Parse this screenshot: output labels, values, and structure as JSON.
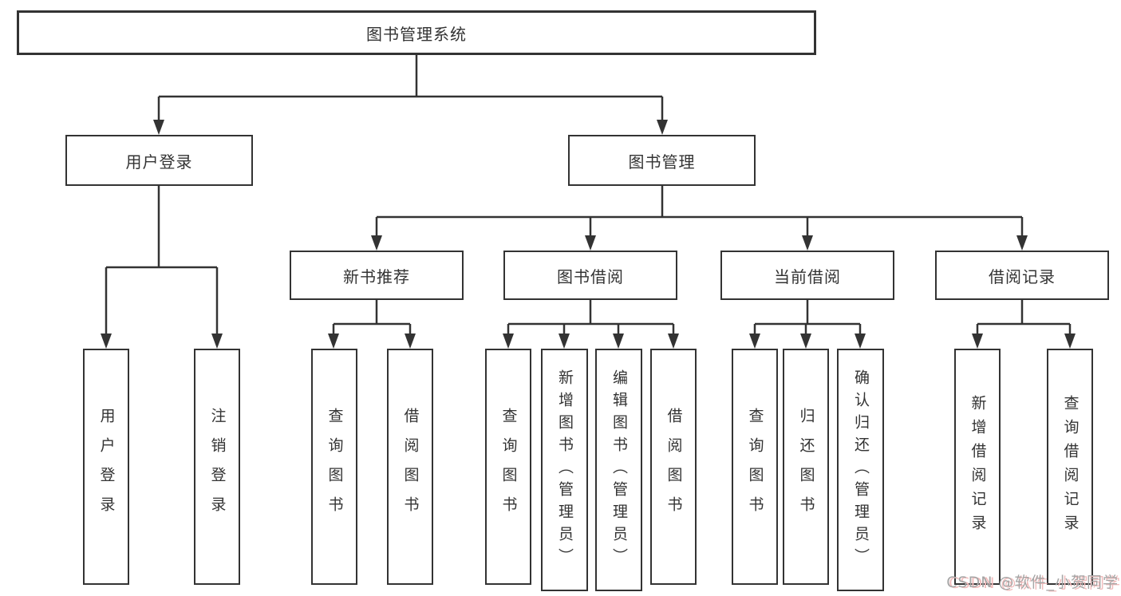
{
  "diagram": {
    "root": "图书管理系统",
    "level1": [
      "用户登录",
      "图书管理"
    ],
    "login_children": [
      "用户登录",
      "注销登录"
    ],
    "modules": [
      {
        "label": "新书推荐",
        "children": [
          "查询图书",
          "借阅图书"
        ]
      },
      {
        "label": "图书借阅",
        "children": [
          "查询图书",
          "新增图书（管理员）",
          "编辑图书（管理员）",
          "借阅图书"
        ]
      },
      {
        "label": "当前借阅",
        "children": [
          "查询图书",
          "归还图书",
          "确认归还（管理员）"
        ]
      },
      {
        "label": "借阅记录",
        "children": [
          "新增借阅记录",
          "查询借阅记录"
        ]
      }
    ],
    "watermark": "CSDN @软件_小贺同学",
    "colors": {
      "line": "#333333",
      "text": "#333333",
      "box_bg": "#ffffff",
      "watermark_gray": "#a6a6a6",
      "watermark_red": "#f2bcbc"
    }
  }
}
